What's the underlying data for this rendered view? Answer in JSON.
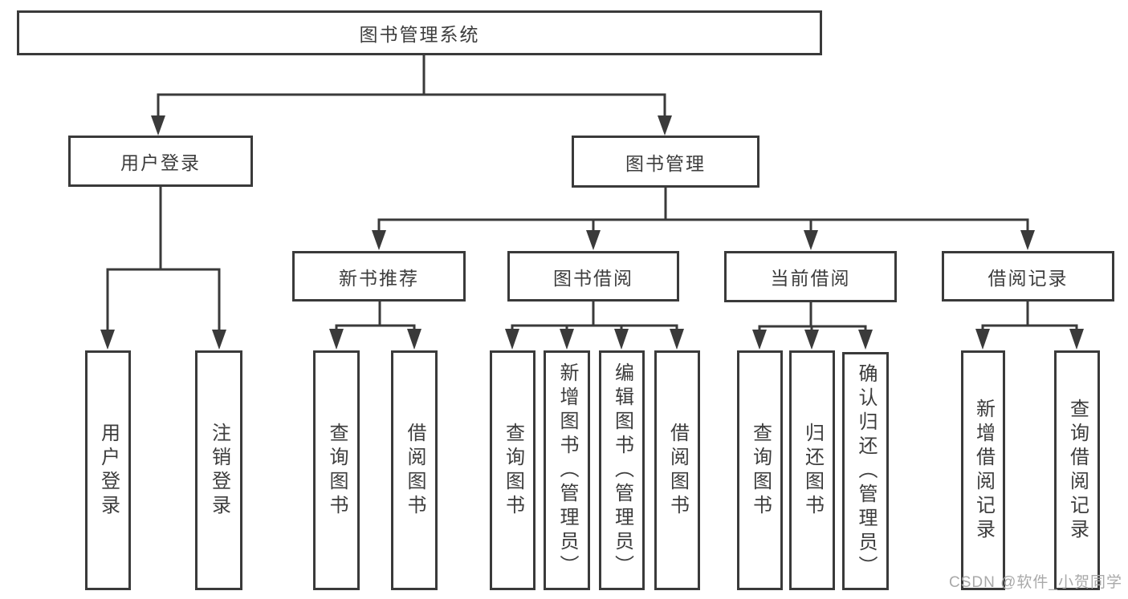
{
  "diagram": {
    "root": {
      "label": "图书管理系统",
      "children": [
        {
          "label": "用户登录",
          "children": [
            {
              "label": "用户登录"
            },
            {
              "label": "注销登录"
            }
          ]
        },
        {
          "label": "图书管理",
          "children": [
            {
              "label": "新书推荐",
              "children": [
                {
                  "label": "查询图书"
                },
                {
                  "label": "借阅图书"
                }
              ]
            },
            {
              "label": "图书借阅",
              "children": [
                {
                  "label": "查询图书"
                },
                {
                  "label": "新增图书（管理员）"
                },
                {
                  "label": "编辑图书（管理员）"
                },
                {
                  "label": "借阅图书"
                }
              ]
            },
            {
              "label": "当前借阅",
              "children": [
                {
                  "label": "查询图书"
                },
                {
                  "label": "归还图书"
                },
                {
                  "label": "确认归还（管理员）"
                }
              ]
            },
            {
              "label": "借阅记录",
              "children": [
                {
                  "label": "新增借阅记录"
                },
                {
                  "label": "查询借阅记录"
                }
              ]
            }
          ]
        }
      ]
    }
  },
  "watermark": {
    "text": "CSDN @软件_小贺同学"
  },
  "colors": {
    "line": "#3a3a3a",
    "text": "#3d3d3d",
    "watermark": "#a9a9a9",
    "background": "#ffffff"
  }
}
